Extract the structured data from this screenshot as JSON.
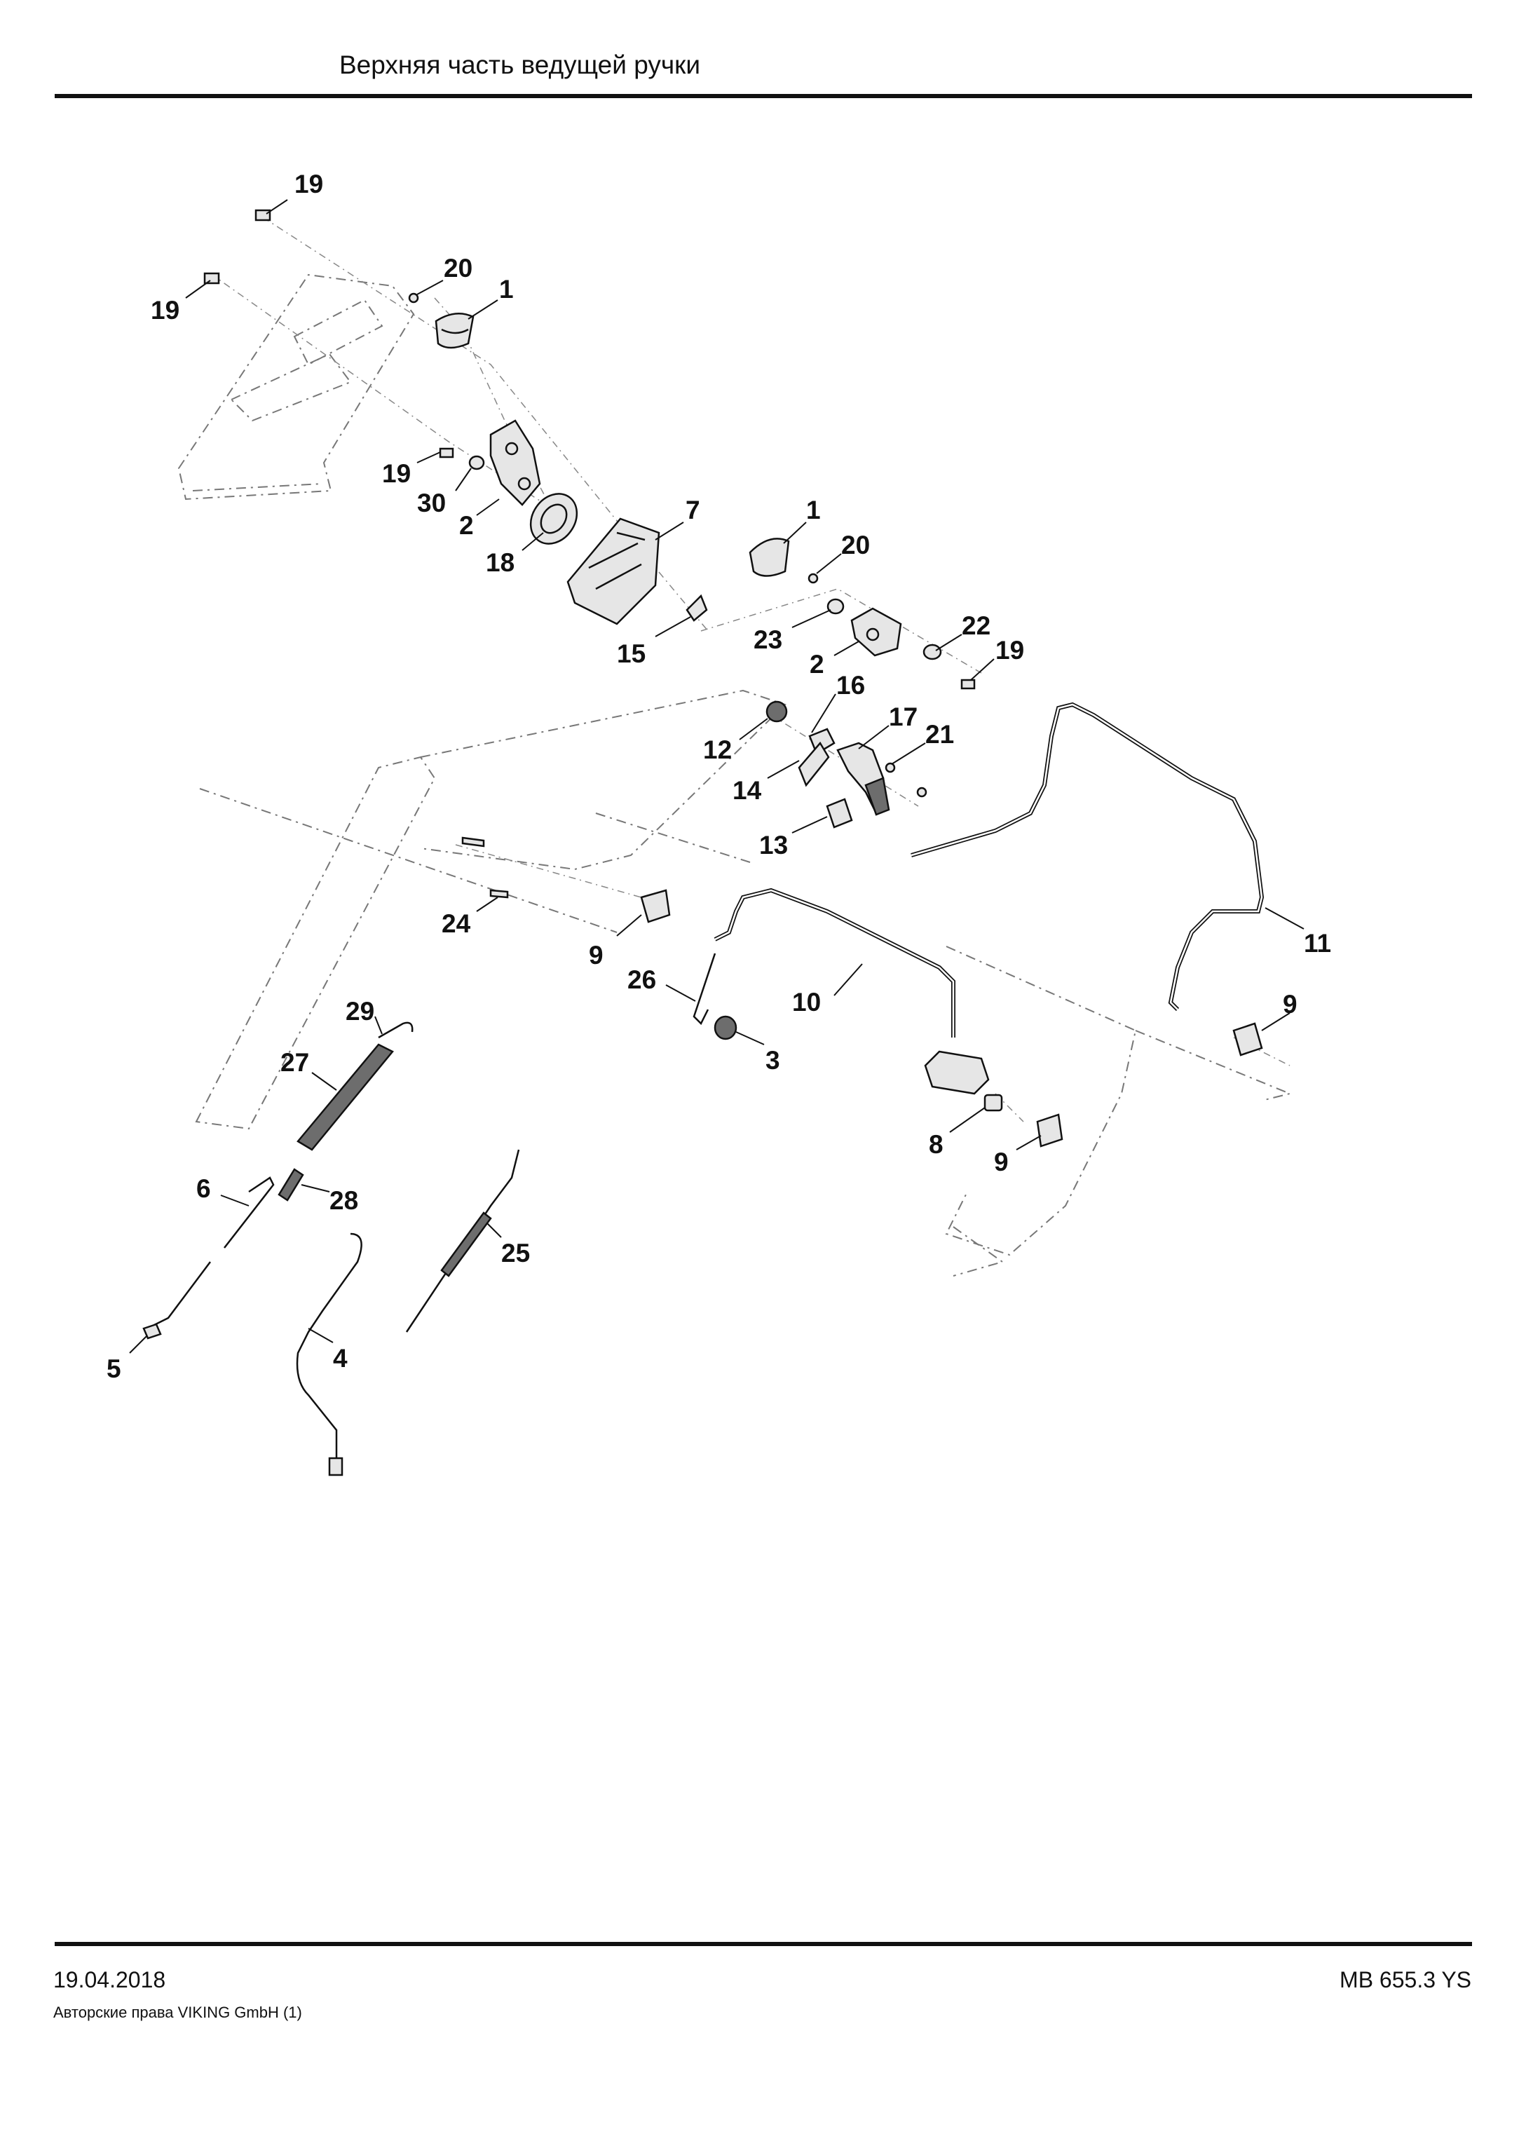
{
  "header": {
    "title": "Верхняя часть ведущей ручки"
  },
  "footer": {
    "date": "19.04.2018",
    "model": "MB 655.3 YS",
    "copyright": "Авторские права VIKING GmbH  (1)"
  },
  "callouts": [
    {
      "label": "19"
    },
    {
      "label": "19"
    },
    {
      "label": "20"
    },
    {
      "label": "1"
    },
    {
      "label": "19"
    },
    {
      "label": "30"
    },
    {
      "label": "2"
    },
    {
      "label": "18"
    },
    {
      "label": "7"
    },
    {
      "label": "1"
    },
    {
      "label": "20"
    },
    {
      "label": "15"
    },
    {
      "label": "23"
    },
    {
      "label": "22"
    },
    {
      "label": "2"
    },
    {
      "label": "19"
    },
    {
      "label": "16"
    },
    {
      "label": "12"
    },
    {
      "label": "17"
    },
    {
      "label": "21"
    },
    {
      "label": "14"
    },
    {
      "label": "13"
    },
    {
      "label": "24"
    },
    {
      "label": "9"
    },
    {
      "label": "26"
    },
    {
      "label": "10"
    },
    {
      "label": "11"
    },
    {
      "label": "29"
    },
    {
      "label": "3"
    },
    {
      "label": "27"
    },
    {
      "label": "9"
    },
    {
      "label": "8"
    },
    {
      "label": "9"
    },
    {
      "label": "6"
    },
    {
      "label": "28"
    },
    {
      "label": "25"
    },
    {
      "label": "5"
    },
    {
      "label": "4"
    }
  ]
}
